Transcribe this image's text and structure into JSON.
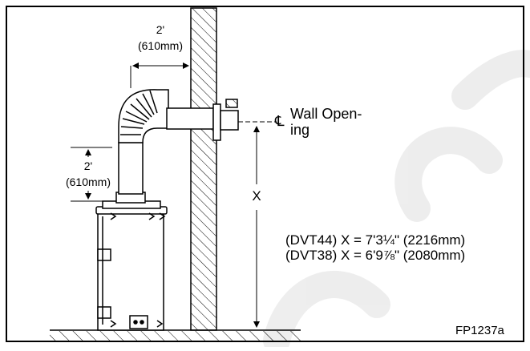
{
  "dims": {
    "horizontal": {
      "feet": "2'",
      "mm": "(610mm)"
    },
    "vertical": {
      "feet": "2'",
      "mm": "(610mm)"
    },
    "height_symbol": "X"
  },
  "wall_opening": {
    "centerline_symbol": "℄",
    "label_line1": "Wall Open-",
    "label_line2": "ing"
  },
  "specs": [
    {
      "text": "(DVT44) X = 7'3¼\" (2216mm)"
    },
    {
      "text": "(DVT38) X = 6'9⅞\" (2080mm)"
    }
  ],
  "figure_code": "FP1237a",
  "watermark": {
    "color": "#e8e8e8"
  }
}
